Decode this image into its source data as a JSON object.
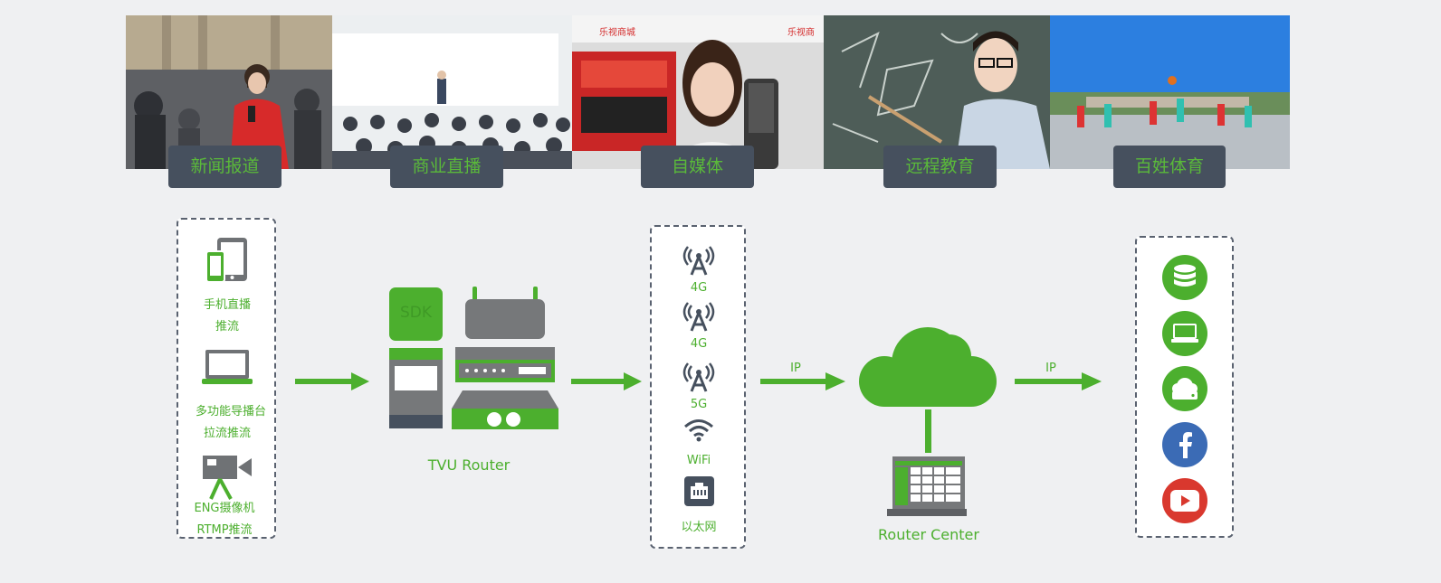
{
  "scenes": [
    {
      "label": "新闻报道"
    },
    {
      "label": "商业直播"
    },
    {
      "label": "自媒体"
    },
    {
      "label": "远程教育"
    },
    {
      "label": "百姓体育"
    }
  ],
  "sources": {
    "phone": {
      "line1": "手机直播",
      "line2": "推流"
    },
    "switcher": {
      "line1": "多功能导播台",
      "line2": "拉流推流"
    },
    "camera": {
      "line1": "ENG摄像机",
      "line2": "RTMP推流"
    }
  },
  "router": {
    "sdk_label": "SDK",
    "name": "TVU Router"
  },
  "networks": [
    {
      "label": "4G"
    },
    {
      "label": "4G"
    },
    {
      "label": "5G"
    },
    {
      "label": "WiFi"
    },
    {
      "label": "以太网"
    }
  ],
  "links": {
    "ip_left": "IP",
    "ip_right": "IP"
  },
  "router_center": {
    "label": "Router Center"
  },
  "destinations": [
    {
      "icon": "database-icon",
      "color": "#4caf2e"
    },
    {
      "icon": "laptop-icon",
      "color": "#4caf2e"
    },
    {
      "icon": "cloud-storage-icon",
      "color": "#4caf2e"
    },
    {
      "icon": "facebook-icon",
      "color": "#3b6bb5"
    },
    {
      "icon": "youtube-icon",
      "color": "#d9382e"
    }
  ],
  "colors": {
    "accent": "#4caf2e",
    "label_bg": "#46505e",
    "device_gray": "#76787a"
  },
  "banner_texts": {
    "brand1": "乐视商城",
    "brand2": "乐视商"
  }
}
